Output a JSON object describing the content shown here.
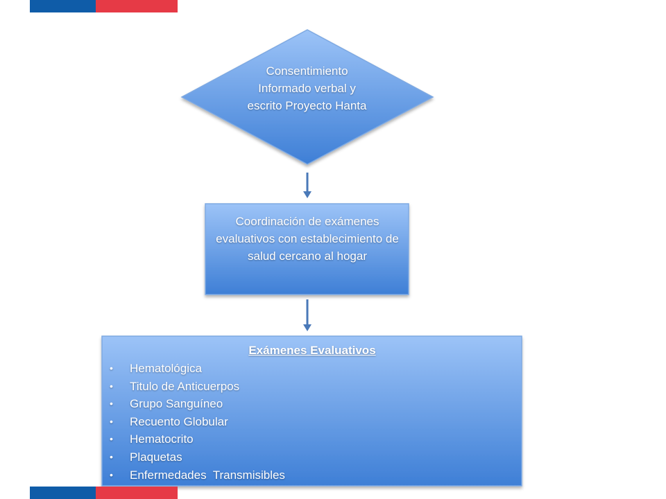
{
  "colors": {
    "flag_blue": "#0f5ca8",
    "flag_red": "#e63a46",
    "shape_fill_top": "#9cc3f7",
    "shape_fill_bottom": "#3e7fd6",
    "shape_border": "#7ea9e2",
    "arrow": "#4a79b8"
  },
  "diamond": {
    "text": "Consentimiento Informado verbal y escrito Proyecto Hanta"
  },
  "process": {
    "text": "Coordinación de exámenes evaluativos con establecimiento de salud cercano al hogar"
  },
  "exams": {
    "title": "Exámenes Evaluativos",
    "items": [
      "Hematológica",
      "Titulo de Anticuerpos",
      "Grupo Sanguíneo",
      "Recuento Globular",
      "Hematocrito",
      "Plaquetas",
      "Enfermedades  Transmisibles"
    ]
  }
}
